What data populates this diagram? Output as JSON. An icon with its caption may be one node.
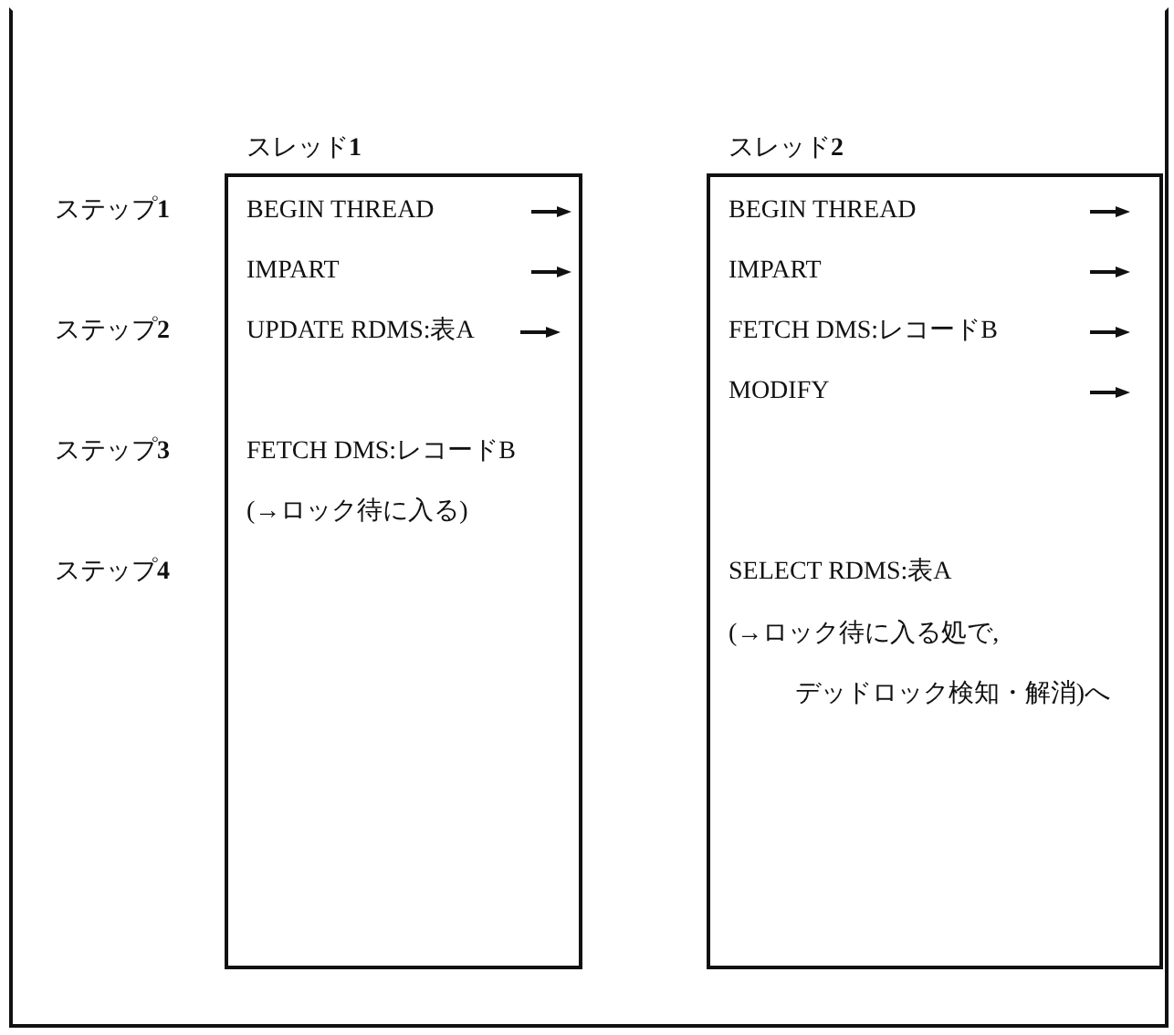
{
  "diagram": {
    "nodes": [
      {
        "text": [
          "スレッド**1**",
          "BEGIN THREAD",
          "IMPART",
          "UPDATE RDMS:表A",
          "FETCH DMS:レコードB",
          "(→ロック待に入る)"
        ]
      },
      {
        "text": [
          "スレッド**2**",
          "BEGIN THREAD",
          "IMPART",
          "FETCH DMS:レコードB",
          "MODIFY",
          "SELECT RDMS:表A",
          "(→ロック待に入る処で, デッドロック検知・解消)へ"
        ]
      }
    ],
    "labels": [
      "ステップ**1**",
      "ステップ**2**",
      "ステップ**3**",
      "ステップ**4**"
    ]
  }
}
